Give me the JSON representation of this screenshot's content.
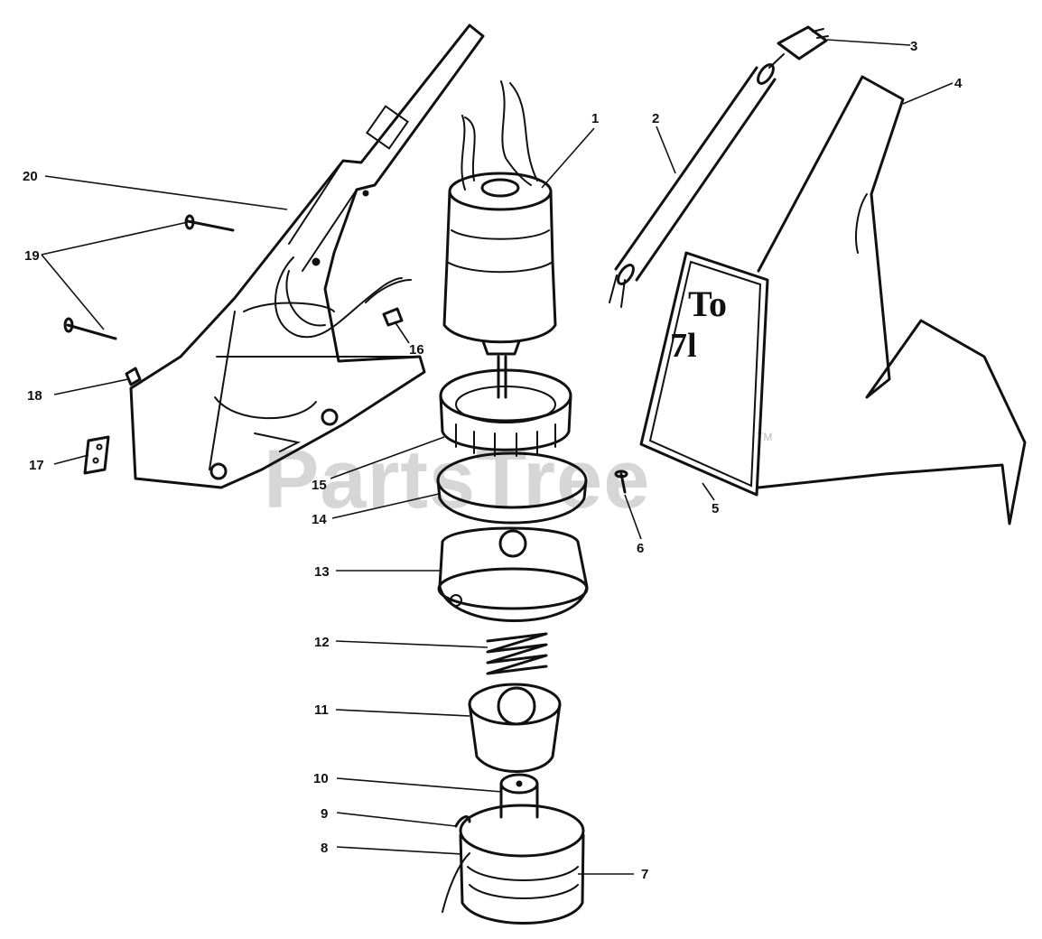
{
  "watermark": {
    "text": "PartsTree",
    "trademark": "TM"
  },
  "decal_text": {
    "line1": "To",
    "line2": "7l"
  },
  "callouts": [
    {
      "id": "1",
      "label": "1"
    },
    {
      "id": "2",
      "label": "2"
    },
    {
      "id": "3",
      "label": "3"
    },
    {
      "id": "4",
      "label": "4"
    },
    {
      "id": "5",
      "label": "5"
    },
    {
      "id": "6",
      "label": "6"
    },
    {
      "id": "7",
      "label": "7"
    },
    {
      "id": "8",
      "label": "8"
    },
    {
      "id": "9",
      "label": "9"
    },
    {
      "id": "10",
      "label": "10"
    },
    {
      "id": "11",
      "label": "11"
    },
    {
      "id": "12",
      "label": "12"
    },
    {
      "id": "13",
      "label": "13"
    },
    {
      "id": "14",
      "label": "14"
    },
    {
      "id": "15",
      "label": "15"
    },
    {
      "id": "16",
      "label": "16"
    },
    {
      "id": "17",
      "label": "17"
    },
    {
      "id": "18",
      "label": "18"
    },
    {
      "id": "19",
      "label": "19"
    },
    {
      "id": "20",
      "label": "20"
    }
  ]
}
